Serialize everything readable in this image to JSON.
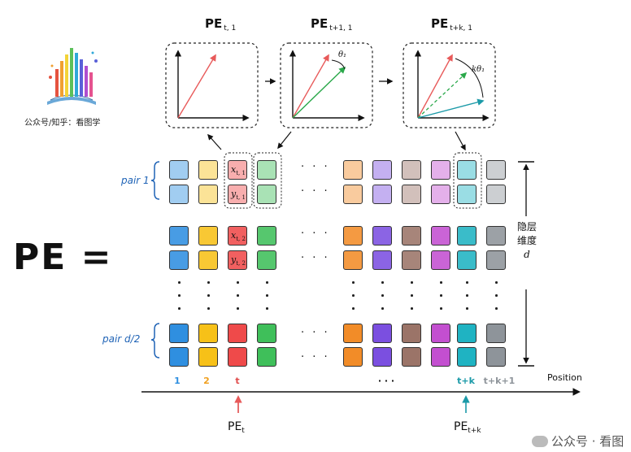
{
  "top_labels": {
    "pe_t1": {
      "main": "PE",
      "sub": "t, 1"
    },
    "pe_t11": {
      "main": "PE",
      "sub": "t+1, 1"
    },
    "pe_tk1": {
      "main": "PE",
      "sub": "t+k, 1"
    }
  },
  "angle_labels": {
    "theta": "θ₁",
    "k_theta": "kθ₁"
  },
  "brand": {
    "text": "公众号/知乎：看图学"
  },
  "pe_big": "PE =",
  "pair_labels": {
    "pair1": "pair 1",
    "pair_d2": "pair d/2"
  },
  "dimension_label": {
    "line1": "隐层",
    "line2": "维度",
    "line3": "d"
  },
  "cell_labels": {
    "x_sym": "x",
    "y_sym": "y",
    "sub_t1": "t, 1",
    "sub_t2": "t, 2"
  },
  "ellipsis": "· · ·",
  "positions": {
    "p1": "1",
    "p2": "2",
    "pt": "t",
    "pdots": "· · ·",
    "ptk": "t+k",
    "ptk1": "t+k+1"
  },
  "axis_label": "Position",
  "bottom_labels": {
    "pe_t": {
      "main": "PE",
      "sub": "t"
    },
    "pe_tk": {
      "main": "PE",
      "sub": "t+k"
    }
  },
  "watermark": "公众号 · 看图",
  "colors": {
    "blue": "#2f8fe0",
    "yellow": "#f7c118",
    "red": "#ef4a4a",
    "green": "#3fbf5a",
    "orange": "#f28c28",
    "purple": "#7b4fe0",
    "brown": "#9b7468",
    "magenta": "#c34fd0",
    "teal": "#1fb3c2",
    "gray": "#8e949a",
    "pair_blue": "#1f63b6",
    "arrow_red": "#e04a4a",
    "arrow_green": "#2aa84a",
    "arrow_teal": "#1b9aa8"
  }
}
